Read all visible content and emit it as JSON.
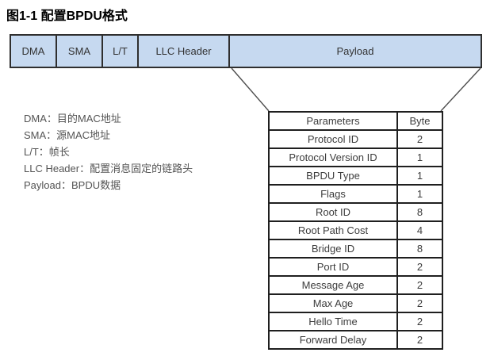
{
  "title": "图1-1 配置BPDU格式",
  "frame": {
    "segments": [
      {
        "label": "DMA"
      },
      {
        "label": "SMA"
      },
      {
        "label": "L/T"
      },
      {
        "label": "LLC Header"
      },
      {
        "label": "Payload"
      }
    ]
  },
  "legend": {
    "lines": [
      "DMA：目的MAC地址",
      "SMA：源MAC地址",
      "L/T：帧长",
      "LLC Header：配置消息固定的链路头",
      "Payload：BPDU数据"
    ]
  },
  "table": {
    "headers": [
      "Parameters",
      "Byte"
    ],
    "rows": [
      {
        "param": "Protocol ID",
        "byte": "2"
      },
      {
        "param": "Protocol Version ID",
        "byte": "1"
      },
      {
        "param": "BPDU Type",
        "byte": "1"
      },
      {
        "param": "Flags",
        "byte": "1"
      },
      {
        "param": "Root ID",
        "byte": "8"
      },
      {
        "param": "Root Path Cost",
        "byte": "4"
      },
      {
        "param": "Bridge ID",
        "byte": "8"
      },
      {
        "param": "Port ID",
        "byte": "2"
      },
      {
        "param": "Message Age",
        "byte": "2"
      },
      {
        "param": "Max Age",
        "byte": "2"
      },
      {
        "param": "Hello Time",
        "byte": "2"
      },
      {
        "param": "Forward Delay",
        "byte": "2"
      }
    ]
  },
  "colors": {
    "frame_fill": "#C6D9F0",
    "frame_border": "#2F2F2F",
    "table_border": "#1F1F1F",
    "line_color": "#4D4D4D"
  }
}
